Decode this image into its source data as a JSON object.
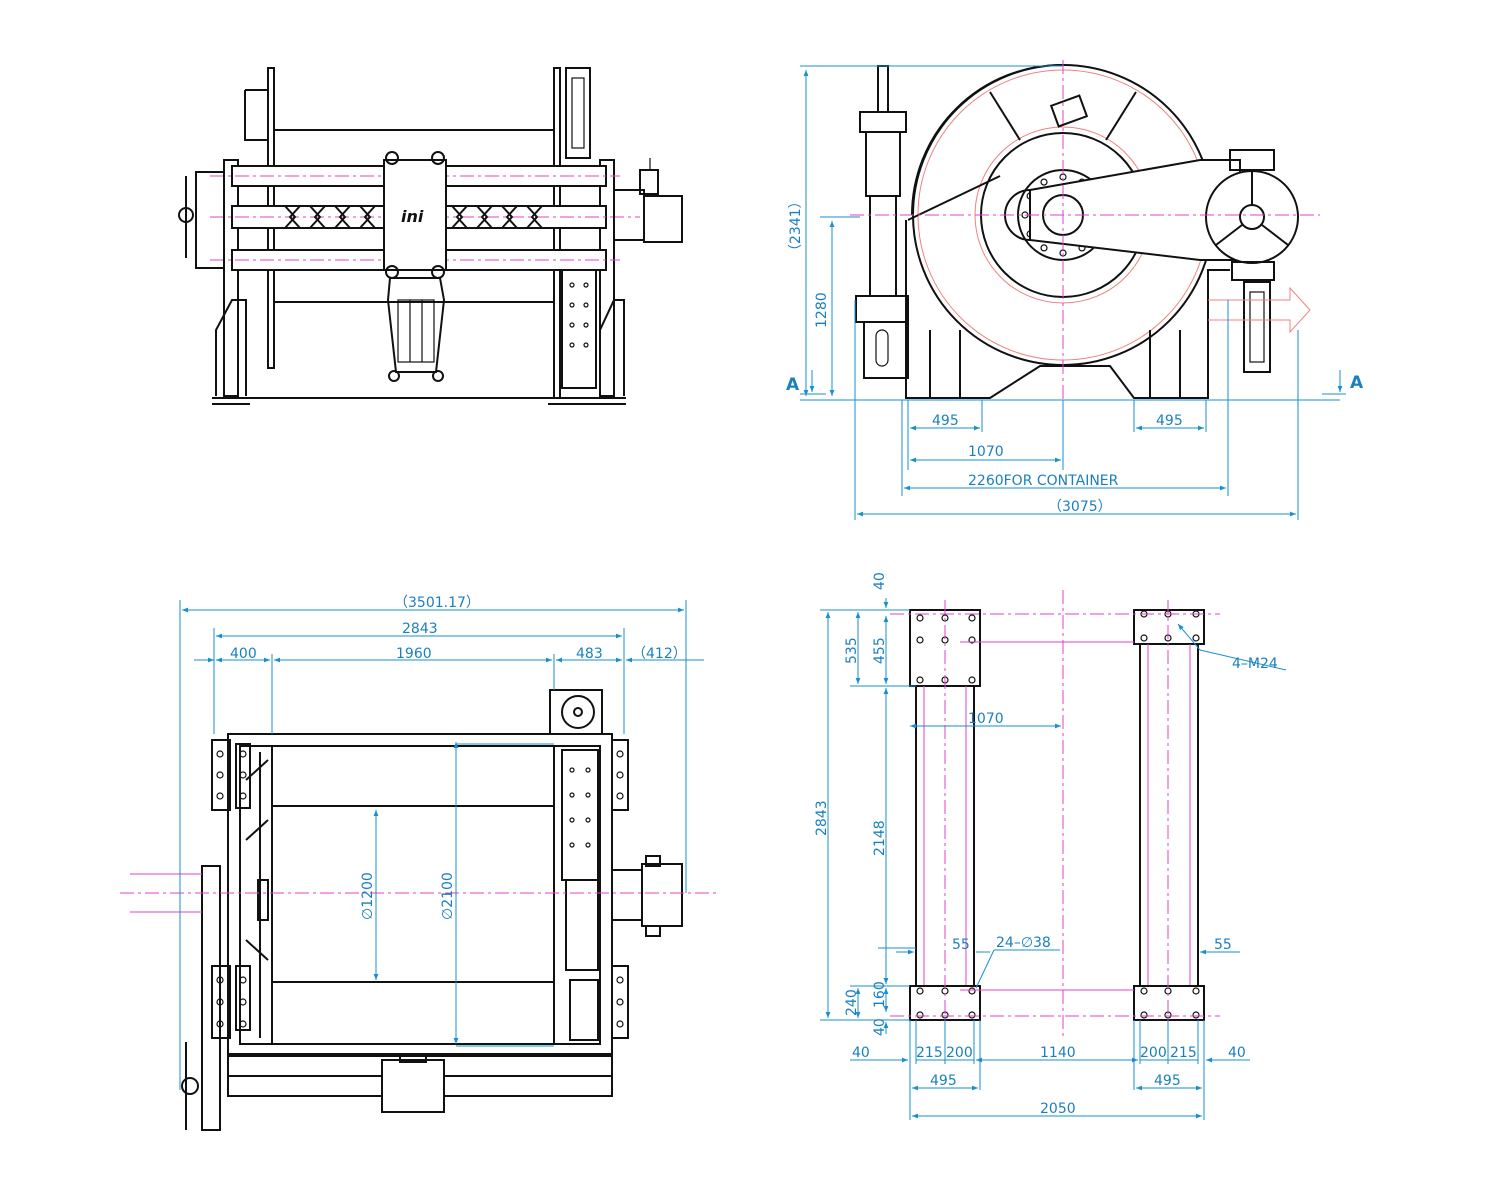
{
  "colors": {
    "outline": "#111111",
    "dimension": "#1a8fd0",
    "centerline": "#e040c8",
    "drum_circle": "#f08080"
  },
  "top_view": {
    "logo_text": "ini"
  },
  "side_view": {
    "dim_height_total": "（2341）",
    "dim_height_axis": "1280",
    "dim_foot_left": "495",
    "dim_foot_right": "495",
    "dim_1070": "1070",
    "dim_container": "2260FOR CONTAINER",
    "dim_overall": "（3075）",
    "section_left": "A",
    "section_right": "A"
  },
  "front_view": {
    "dim_overall": "（3501.17）",
    "dim_2843": "2843",
    "dim_400": "400",
    "dim_1960": "1960",
    "dim_483": "483",
    "dim_412": "（412）",
    "dia_1200": "∅1200",
    "dia_2100": "∅2100"
  },
  "base_view": {
    "dim_40_top": "40",
    "dim_535": "535",
    "dim_455": "455",
    "dim_1070": "1070",
    "dim_2843": "2843",
    "dim_2148": "2148",
    "dim_55_left": "55",
    "dim_55_right": "55",
    "holes": "24–∅38",
    "bolts": "4–M24",
    "dim_240": "240",
    "dim_160": "160",
    "dim_40_bottom": "40",
    "dim_40_left": "40",
    "dim_215_left": "215",
    "dim_200_left": "200",
    "dim_1140": "1140",
    "dim_200_right": "200",
    "dim_215_right": "215",
    "dim_40_right": "40",
    "dim_495_left": "495",
    "dim_495_right": "495",
    "dim_2050": "2050"
  }
}
